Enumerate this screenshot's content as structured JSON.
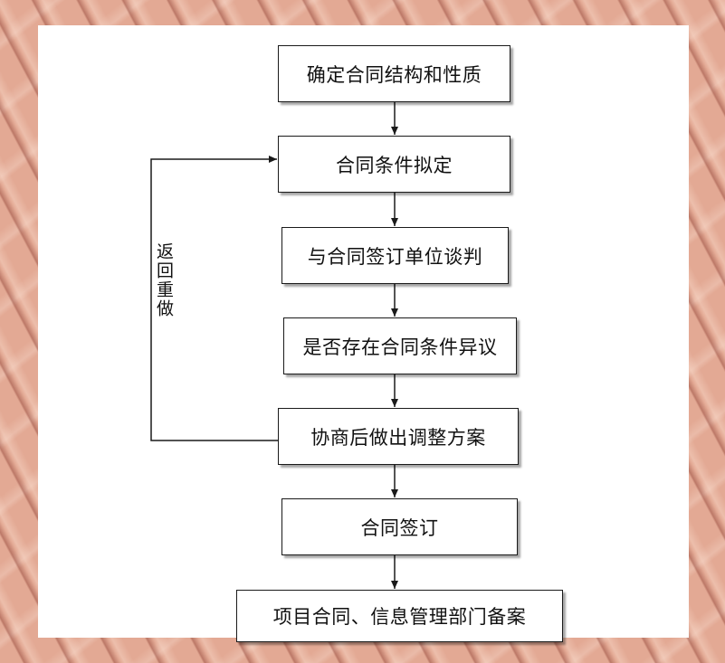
{
  "steps": [
    {
      "label": "确定合同结构和性质"
    },
    {
      "label": "合同条件拟定"
    },
    {
      "label": "与合同签订单位谈判"
    },
    {
      "label": "是否存在合同条件异议"
    },
    {
      "label": "协商后做出调整方案"
    },
    {
      "label": "合同签订"
    },
    {
      "label": "项目合同、信息管理部门备案"
    }
  ],
  "loop_label": "返回重做",
  "colors": {
    "background": "#e3a994",
    "panel": "#ffffff",
    "stroke": "#1a1a1a"
  }
}
